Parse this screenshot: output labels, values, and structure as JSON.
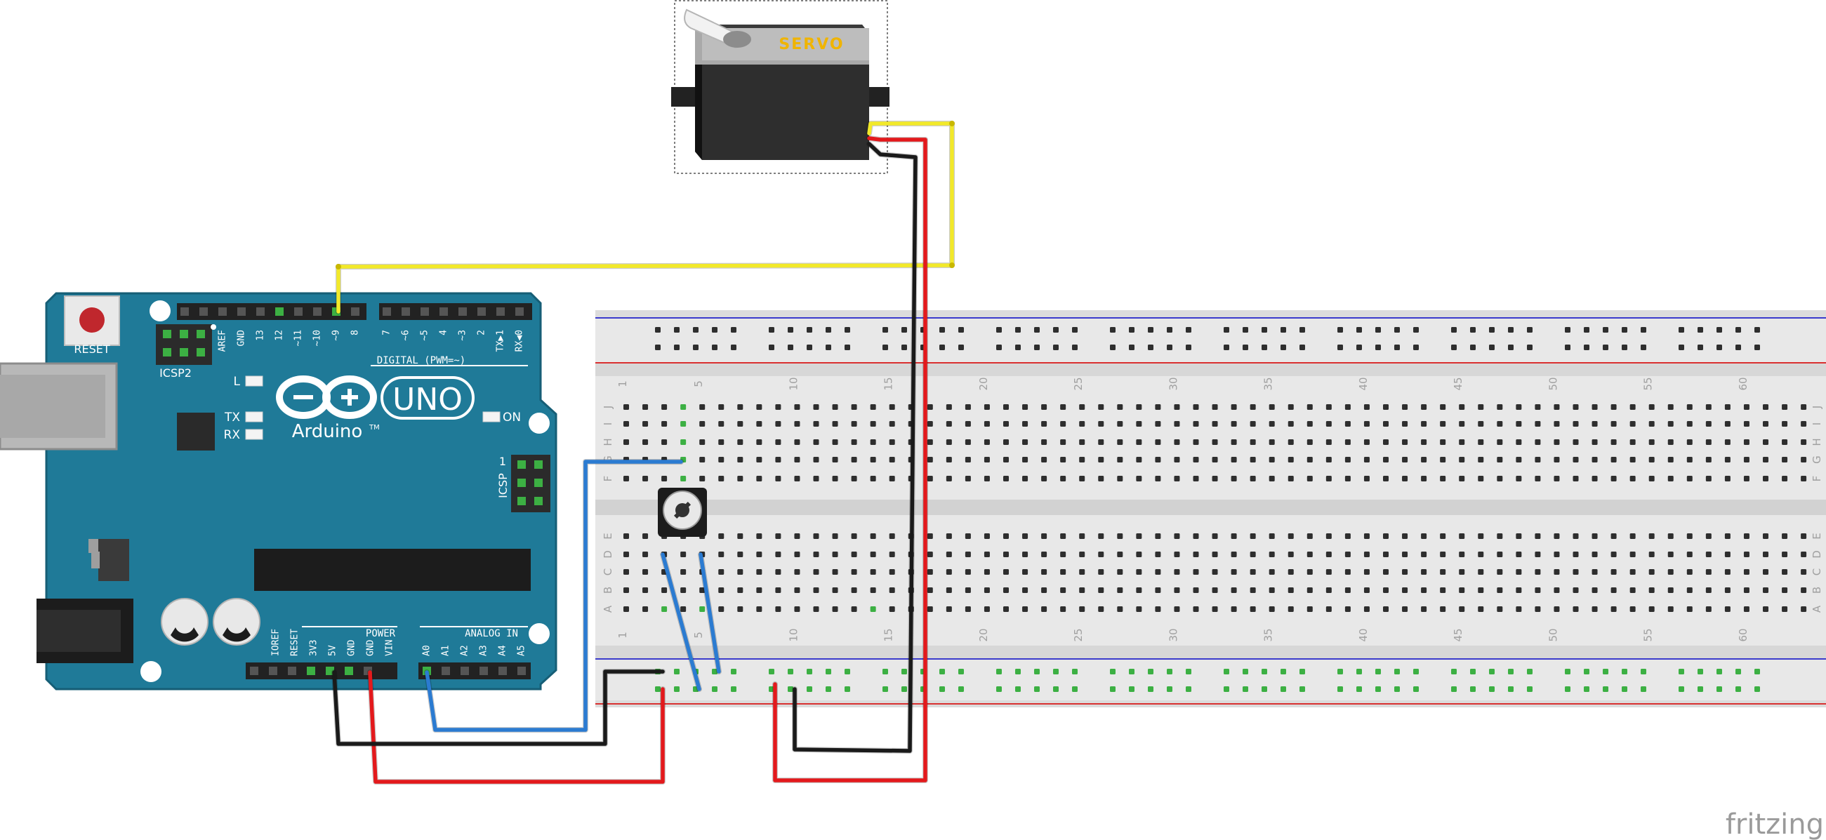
{
  "arduino": {
    "reset_label": "RESET",
    "icsp2_label": "ICSP2",
    "icsp_label": "ICSP",
    "icsp_pin1": "1",
    "brand": "Arduino",
    "brand_tm": "TM",
    "model": "UNO",
    "digital_label": "DIGITAL (PWM=~)",
    "power_label": "POWER",
    "analog_label": "ANALOG IN",
    "led_l": "L",
    "led_tx": "TX",
    "led_rx": "RX",
    "led_on": "ON",
    "top_pins": [
      "AREF",
      "GND",
      "13",
      "12",
      "~11",
      "~10",
      "~9",
      "8",
      "7",
      "~6",
      "~5",
      "4",
      "~3",
      "2",
      "TX▶1",
      "RX◀0"
    ],
    "power_pins": [
      "IOREF",
      "RESET",
      "3V3",
      "5V",
      "GND",
      "GND",
      "VIN"
    ],
    "analog_pins": [
      "A0",
      "A1",
      "A2",
      "A3",
      "A4",
      "A5"
    ]
  },
  "servo": {
    "label": "SERVO"
  },
  "breadboard": {
    "column_numbers": [
      "1",
      "5",
      "10",
      "15",
      "20",
      "25",
      "30",
      "35",
      "40",
      "45",
      "50",
      "55",
      "60"
    ],
    "top_rows": [
      "J",
      "I",
      "H",
      "G",
      "F"
    ],
    "bottom_rows": [
      "E",
      "D",
      "C",
      "B",
      "A"
    ]
  },
  "watermark": "fritzing",
  "colors": {
    "board": "#1f7a98",
    "wire_yellow": "#f2e92a",
    "wire_red": "#e3191c",
    "wire_black": "#1a1a1a",
    "wire_blue": "#2b7bd1",
    "breadboard": "#e6e6e6",
    "rail_blue": "#3b3bcc",
    "rail_red": "#d93030",
    "hole_active": "#3cb043"
  }
}
